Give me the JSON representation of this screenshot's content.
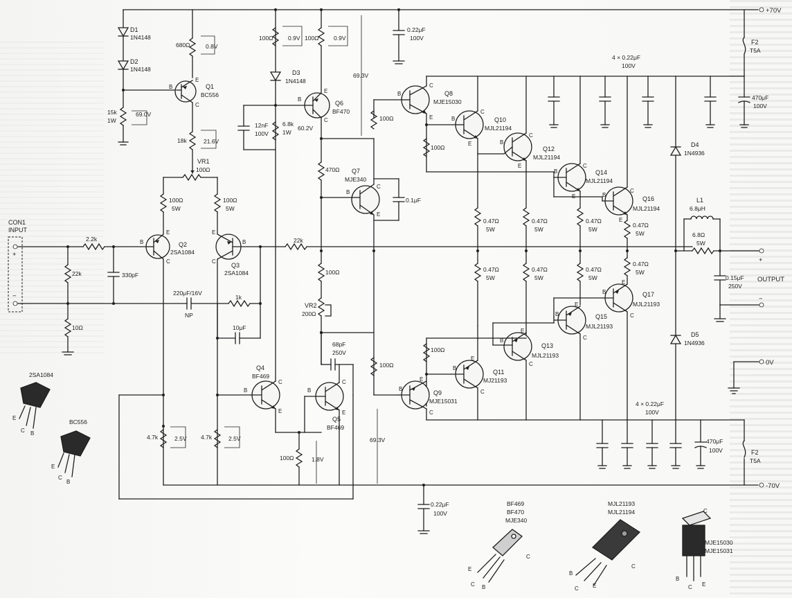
{
  "rails": {
    "pos": "+70V",
    "neg": "-70V",
    "ground": "0V"
  },
  "connector": {
    "ref": "CON1",
    "label": "INPUT",
    "plus": "+",
    "minus": "−"
  },
  "output": {
    "label": "OUTPUT",
    "plus": "+",
    "minus": "−"
  },
  "fuses": {
    "f2a": {
      "ref": "F2",
      "value": "T5A"
    },
    "f2b": {
      "ref": "F2",
      "value": "T5A"
    }
  },
  "diodes": {
    "d1": {
      "ref": "D1",
      "part": "1N4148"
    },
    "d2": {
      "ref": "D2",
      "part": "1N4148"
    },
    "d3": {
      "ref": "D3",
      "part": "1N4148"
    },
    "d4": {
      "ref": "D4",
      "part": "1N4936"
    },
    "d5": {
      "ref": "D5",
      "part": "1N4936"
    }
  },
  "transistors": {
    "q1": {
      "ref": "Q1",
      "part": "BC556"
    },
    "q2": {
      "ref": "Q2",
      "part": "2SA1084"
    },
    "q3": {
      "ref": "Q3",
      "part": "2SA1084"
    },
    "q4": {
      "ref": "Q4",
      "part": "BF469"
    },
    "q5": {
      "ref": "Q5",
      "part": "BF469"
    },
    "q6": {
      "ref": "Q6",
      "part": "BF470"
    },
    "q7": {
      "ref": "Q7",
      "part": "MJE340"
    },
    "q8": {
      "ref": "Q8",
      "part": "MJE15030"
    },
    "q9": {
      "ref": "Q9",
      "part": "MJE15031"
    },
    "q10": {
      "ref": "Q10",
      "part": "MJL21194"
    },
    "q11": {
      "ref": "Q11",
      "part": "MJ21193"
    },
    "q12": {
      "ref": "Q12",
      "part": "MJL21194"
    },
    "q13": {
      "ref": "Q13",
      "part": "MJL21193"
    },
    "q14": {
      "ref": "Q14",
      "part": "MJL21194"
    },
    "q15": {
      "ref": "Q15",
      "part": "MJL21193"
    },
    "q16": {
      "ref": "Q16",
      "part": "MJL21194"
    },
    "q17": {
      "ref": "Q17",
      "part": "MJL21193"
    }
  },
  "resistors": {
    "r680": "680Ω",
    "r15k": "15k",
    "r15k_w": "1W",
    "r18k": "18k",
    "vr1": "VR1",
    "vr1_v": "100Ω",
    "r100a": "100Ω",
    "r100a_w": "5W",
    "r100b": "100Ω",
    "r100b_w": "5W",
    "r2k2": "2.2k",
    "r22k_in": "22k",
    "r10": "10Ω",
    "r22k_fb": "22k",
    "r1k": "1k",
    "r4k7a": "4.7k",
    "r4k7b": "4.7k",
    "r100_q5": "100Ω",
    "r100_q3top": "100Ω",
    "r100_q6": "100Ω",
    "r6k8": "6.8k",
    "r6k8_w": "1W",
    "r470": "470Ω",
    "r100_mid": "100Ω",
    "vr2": "VR2",
    "vr2_v": "200Ω",
    "r100_q8": "100Ω",
    "r100_q10": "100Ω",
    "r100_q9": "100Ω",
    "r100_q11": "100Ω",
    "re": "0.47Ω",
    "re_w": "5W",
    "r6r8": "6.8Ω",
    "r6r8_w": "5W"
  },
  "capacitors": {
    "c330p": "330pF",
    "c220u": "220μF/16V",
    "c220u_np": "NP",
    "c10u": "10μF",
    "c12n": "12nF",
    "c12n_v": "100V",
    "c01u": "0.1μF",
    "c68p": "68pF",
    "c68p_v": "250V",
    "c022_top": "0.22μF",
    "c022_top_v": "100V",
    "c022_bot": "0.22μF",
    "c022_bot_v": "100V",
    "bank_top": "4 × 0.22μF",
    "bank_top_v": "100V",
    "bank_bot": "4 × 0.22μF",
    "bank_bot_v": "100V",
    "c470_top": "470μF",
    "c470_top_v": "100V",
    "c470_bot": "470μF",
    "c470_bot_v": "100V",
    "c015": "0.15μF",
    "c015_v": "250V"
  },
  "inductor": {
    "ref": "L1",
    "value": "6.8μH"
  },
  "voltages": {
    "v08a": "0.8V",
    "v09a": "0.9V",
    "v09b": "0.9V",
    "v690": "69.0V",
    "v216": "21.6V",
    "v602": "60.2V",
    "v693a": "69.3V",
    "v693b": "69.3V",
    "v25a": "2.5V",
    "v25b": "2.5V",
    "v18": "1.8V"
  },
  "pins": {
    "b": "B",
    "c": "C",
    "e": "E"
  },
  "packages": {
    "to92_a": "2SA1084",
    "to92_b": "BC556",
    "to126": [
      "BF469",
      "BF470",
      "MJE340"
    ],
    "to264": [
      "MJL21193",
      "MJL21194"
    ],
    "to220": [
      "MJE15030",
      "MJE15031"
    ]
  }
}
